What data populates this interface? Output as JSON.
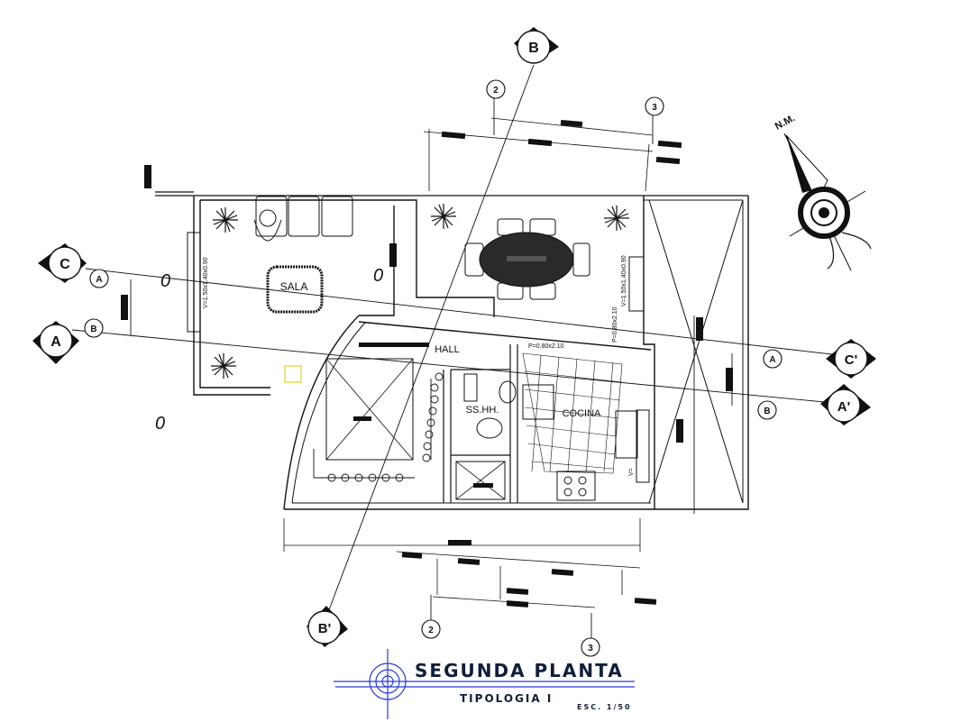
{
  "plan": {
    "title": "SEGUNDA PLANTA",
    "subtitle": "TIPOLOGIA I",
    "scale": "ESC. 1/50",
    "north_label": "N.M.",
    "rooms": {
      "living": "SALA",
      "hall": "HALL",
      "bath": "SS.HH.",
      "kitchen": "COCINA"
    },
    "level_marks": [
      "0",
      "0",
      "0"
    ],
    "window_labels": {
      "left": "V=1.50x1.40x0.90",
      "right": "V=1.50x1.40x0.90",
      "door": "P=0.80x2.10",
      "kitchen_door": "P=0.80x2.10",
      "kitchen_window": "V="
    },
    "axis_labels": {
      "section_b_top": "B",
      "section_b_bottom": "B'",
      "section_c_left": "C",
      "section_c_right": "C'",
      "section_a_left": "A",
      "section_a_right": "A'",
      "axis_a": "A",
      "axis_b": "B",
      "axis_2": "2",
      "axis_3": "3"
    }
  }
}
